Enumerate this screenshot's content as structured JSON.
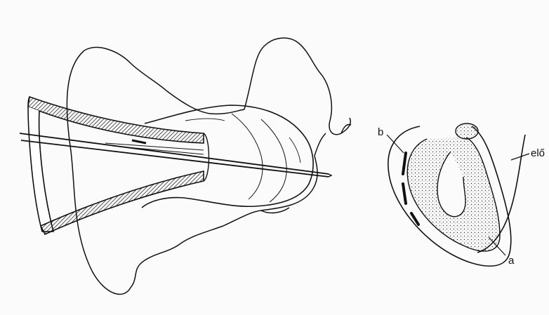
{
  "labels": {
    "b": "b",
    "elo": "elő",
    "a": "a"
  },
  "background_text": {
    "left": [
      "",
      "",
      "",
      "",
      "",
      "",
      "",
      "",
      "",
      "",
      "",
      "",
      "",
      "",
      ""
    ],
    "right": [
      "",
      "",
      "",
      "",
      "",
      "",
      "",
      "",
      "",
      "",
      "",
      "",
      "",
      "",
      ""
    ]
  }
}
